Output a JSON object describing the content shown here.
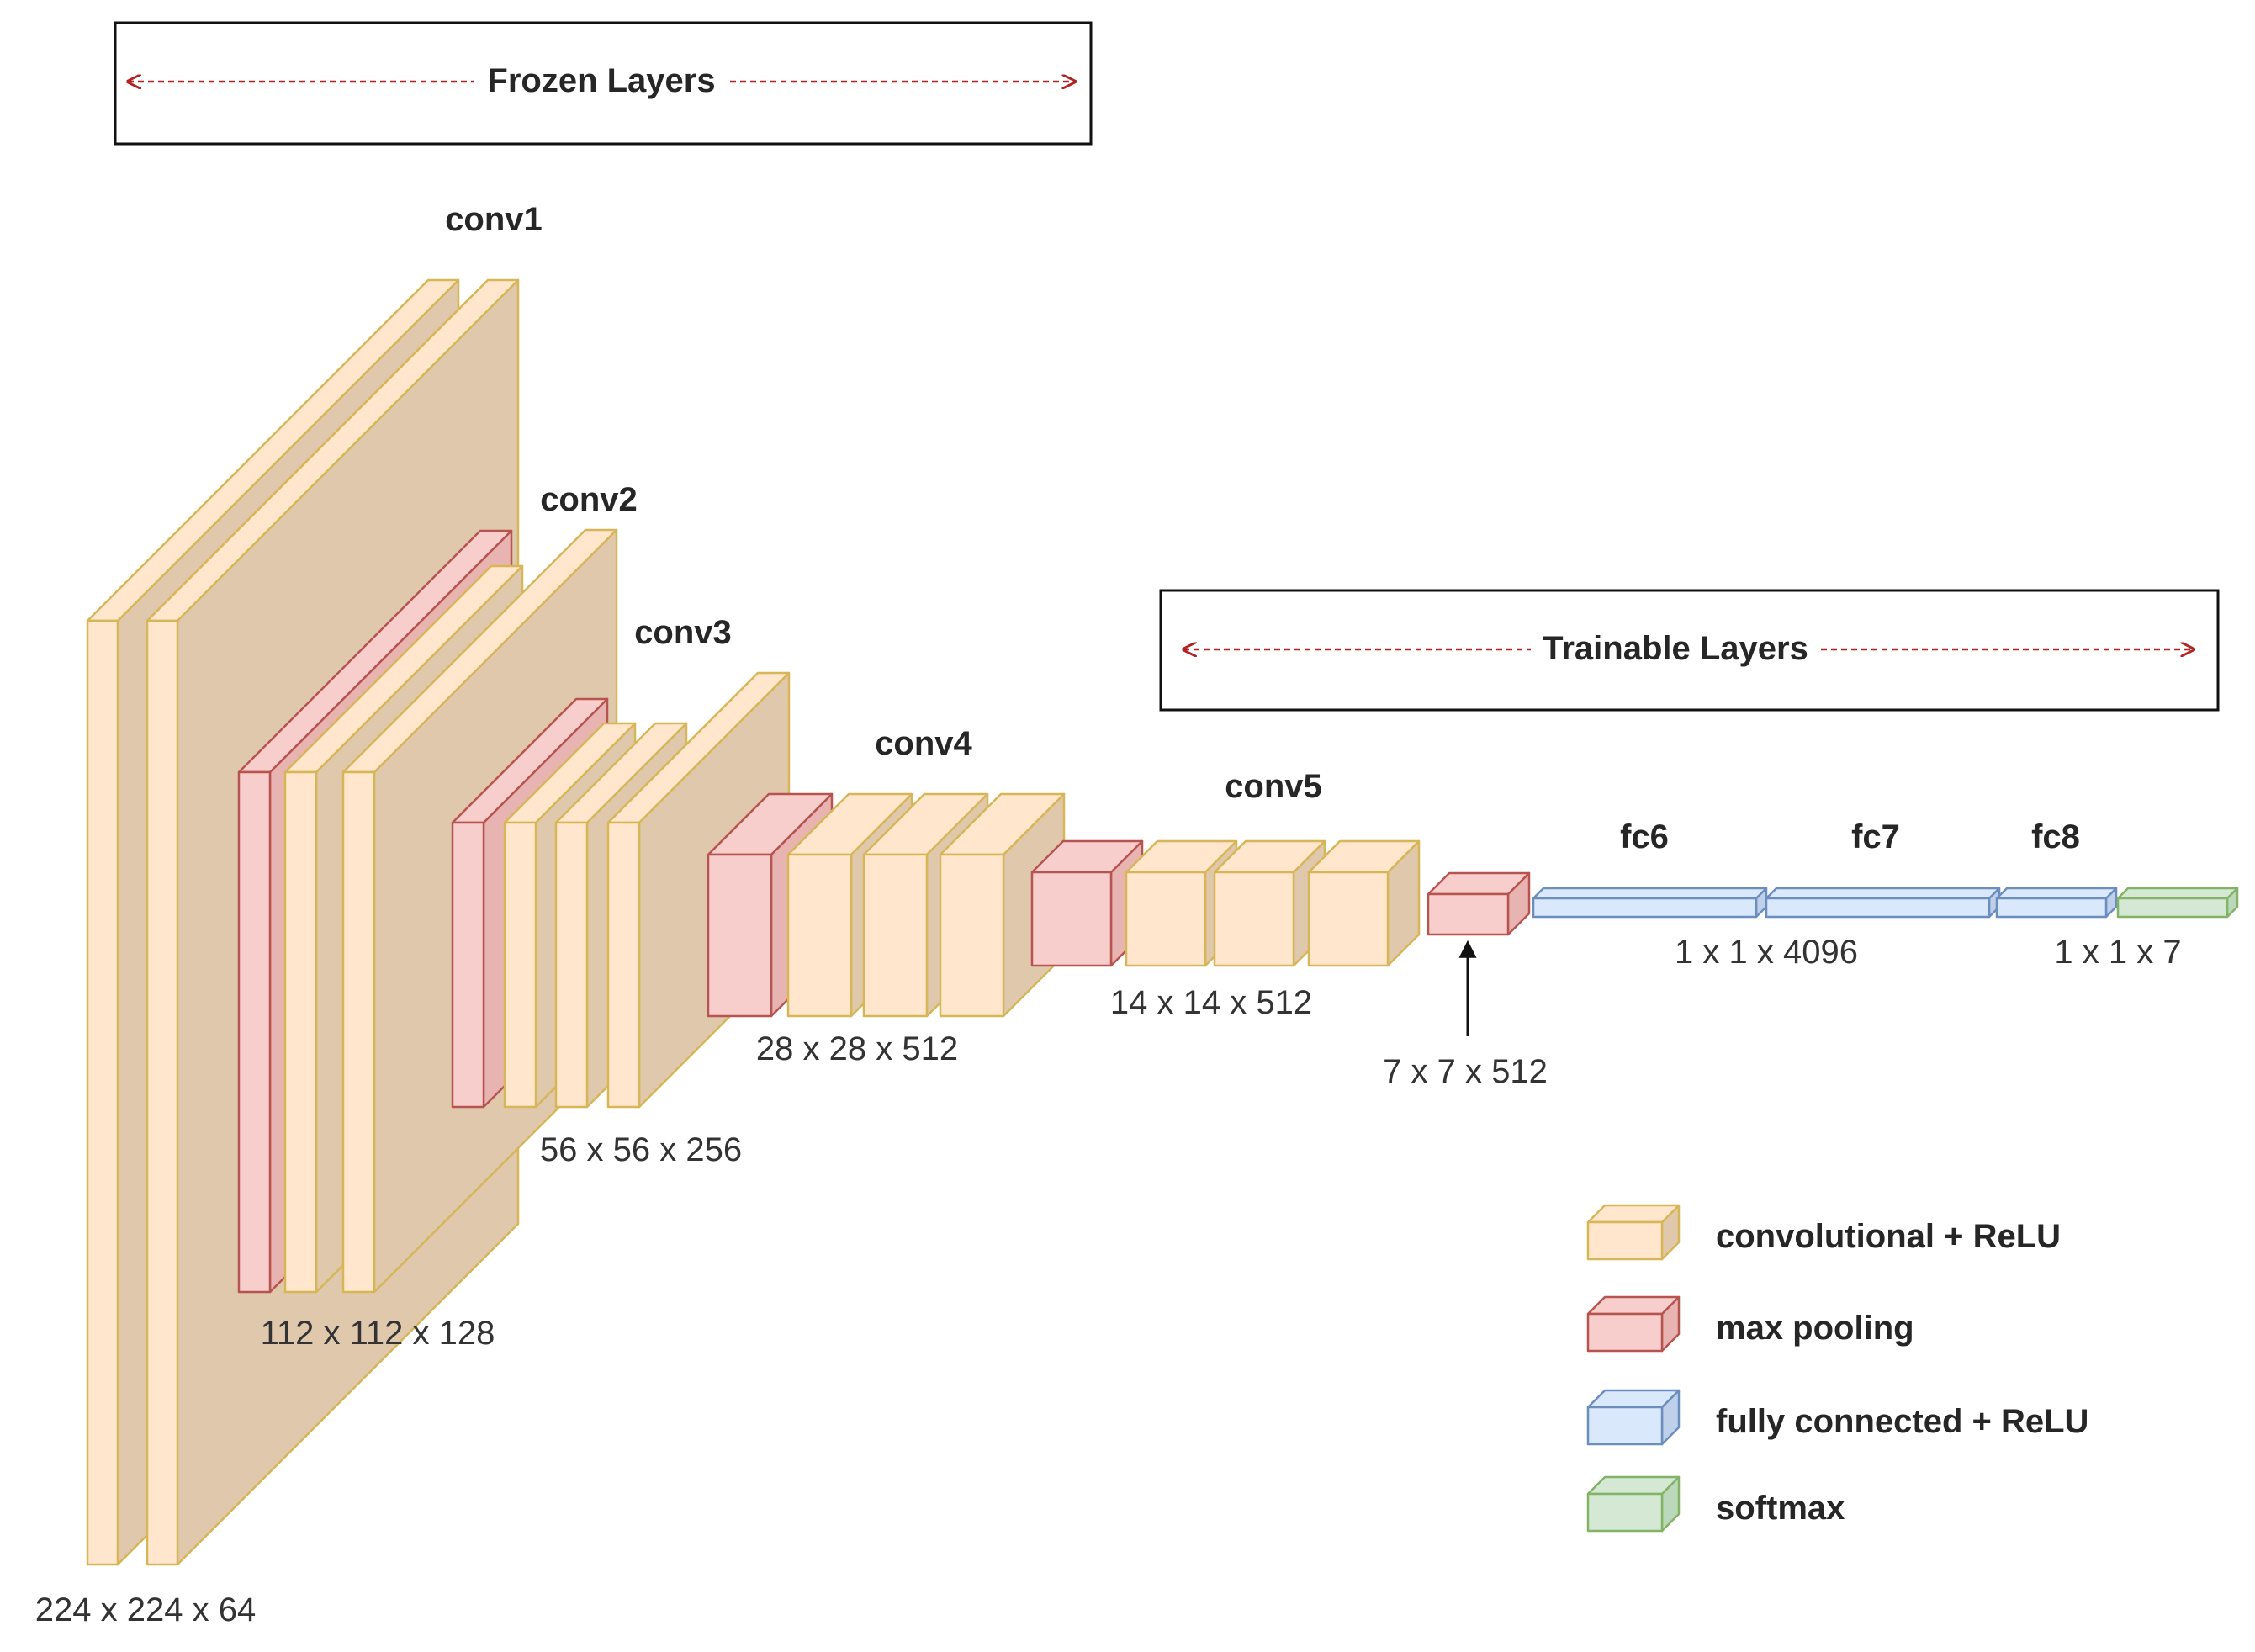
{
  "frozen_label": "Frozen Layers",
  "trainable_label": "Trainable Layers",
  "blocks": {
    "conv1": "conv1",
    "conv2": "conv2",
    "conv3": "conv3",
    "conv4": "conv4",
    "conv5": "conv5",
    "fc6": "fc6",
    "fc7": "fc7",
    "fc8": "fc8"
  },
  "dims": {
    "d1": "224 x 224 x 64",
    "d2": "112 x 112 x 128",
    "d3": "56 x 56 x 256",
    "d4": "28 x 28 x 512",
    "d5": "14 x 14 x 512",
    "d6": "7 x 7 x 512",
    "d7": "1 x 1 x 4096",
    "d8": "1 x 1 x 7"
  },
  "legend": [
    {
      "label": "convolutional + ReLU",
      "color": "#ffe6cc",
      "stroke": "#d6b656"
    },
    {
      "label": "max pooling",
      "color": "#f8cecc",
      "stroke": "#b85450"
    },
    {
      "label": "fully connected + ReLU",
      "color": "#dae8fc",
      "stroke": "#6c8ebf"
    },
    {
      "label": "softmax",
      "color": "#d5e8d4",
      "stroke": "#82b366"
    }
  ],
  "colors": {
    "conv_fill": "#ffe6cc",
    "conv_stroke": "#d6b656",
    "conv_side": "#e0c8ad",
    "pool_fill": "#f8cecc",
    "pool_stroke": "#b85450",
    "fc_fill": "#dae8fc",
    "fc_stroke": "#6c8ebf",
    "softmax_fill": "#d5e8d4",
    "softmax_stroke": "#82b366",
    "arrow_dashed": "#b22222"
  }
}
